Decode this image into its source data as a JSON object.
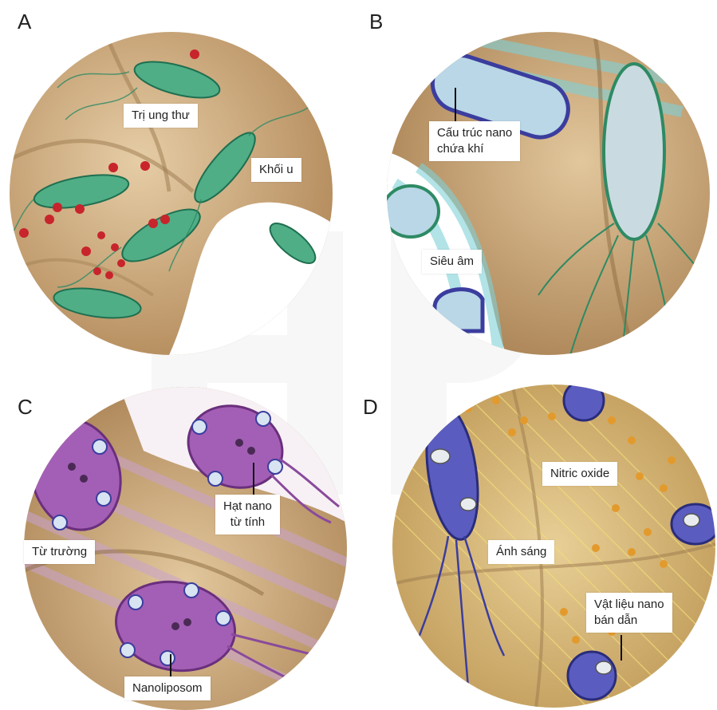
{
  "panels": [
    {
      "letter": "A",
      "labels": {
        "treatment": "Trị ung thư",
        "tumor": "Khối u"
      }
    },
    {
      "letter": "B",
      "labels": {
        "gas_nano": "Cấu trúc nano\nchứa khí",
        "ultrasound": "Siêu âm"
      }
    },
    {
      "letter": "C",
      "labels": {
        "magnetic_nano": "Hạt nano\ntừ tính",
        "magnetic_field": "Từ trường",
        "nanoliposome": "Nanoliposom"
      }
    },
    {
      "letter": "D",
      "labels": {
        "nitric_oxide": "Nitric oxide",
        "light": "Ánh sáng",
        "semiconductor": "Vật liệu nano\nbán dẫn"
      }
    }
  ],
  "colors": {
    "tissue": "#c9a77a",
    "tissue_dark": "#9c7a4e",
    "bacteria_green": "#4fae86",
    "bacteria_purple": "#a35fb5",
    "bacteria_blue": "#3b3d9e",
    "red_particle": "#c8242c",
    "orange_particle": "#e39a2c",
    "ultrasound_cyan": "#7fd0d8"
  }
}
